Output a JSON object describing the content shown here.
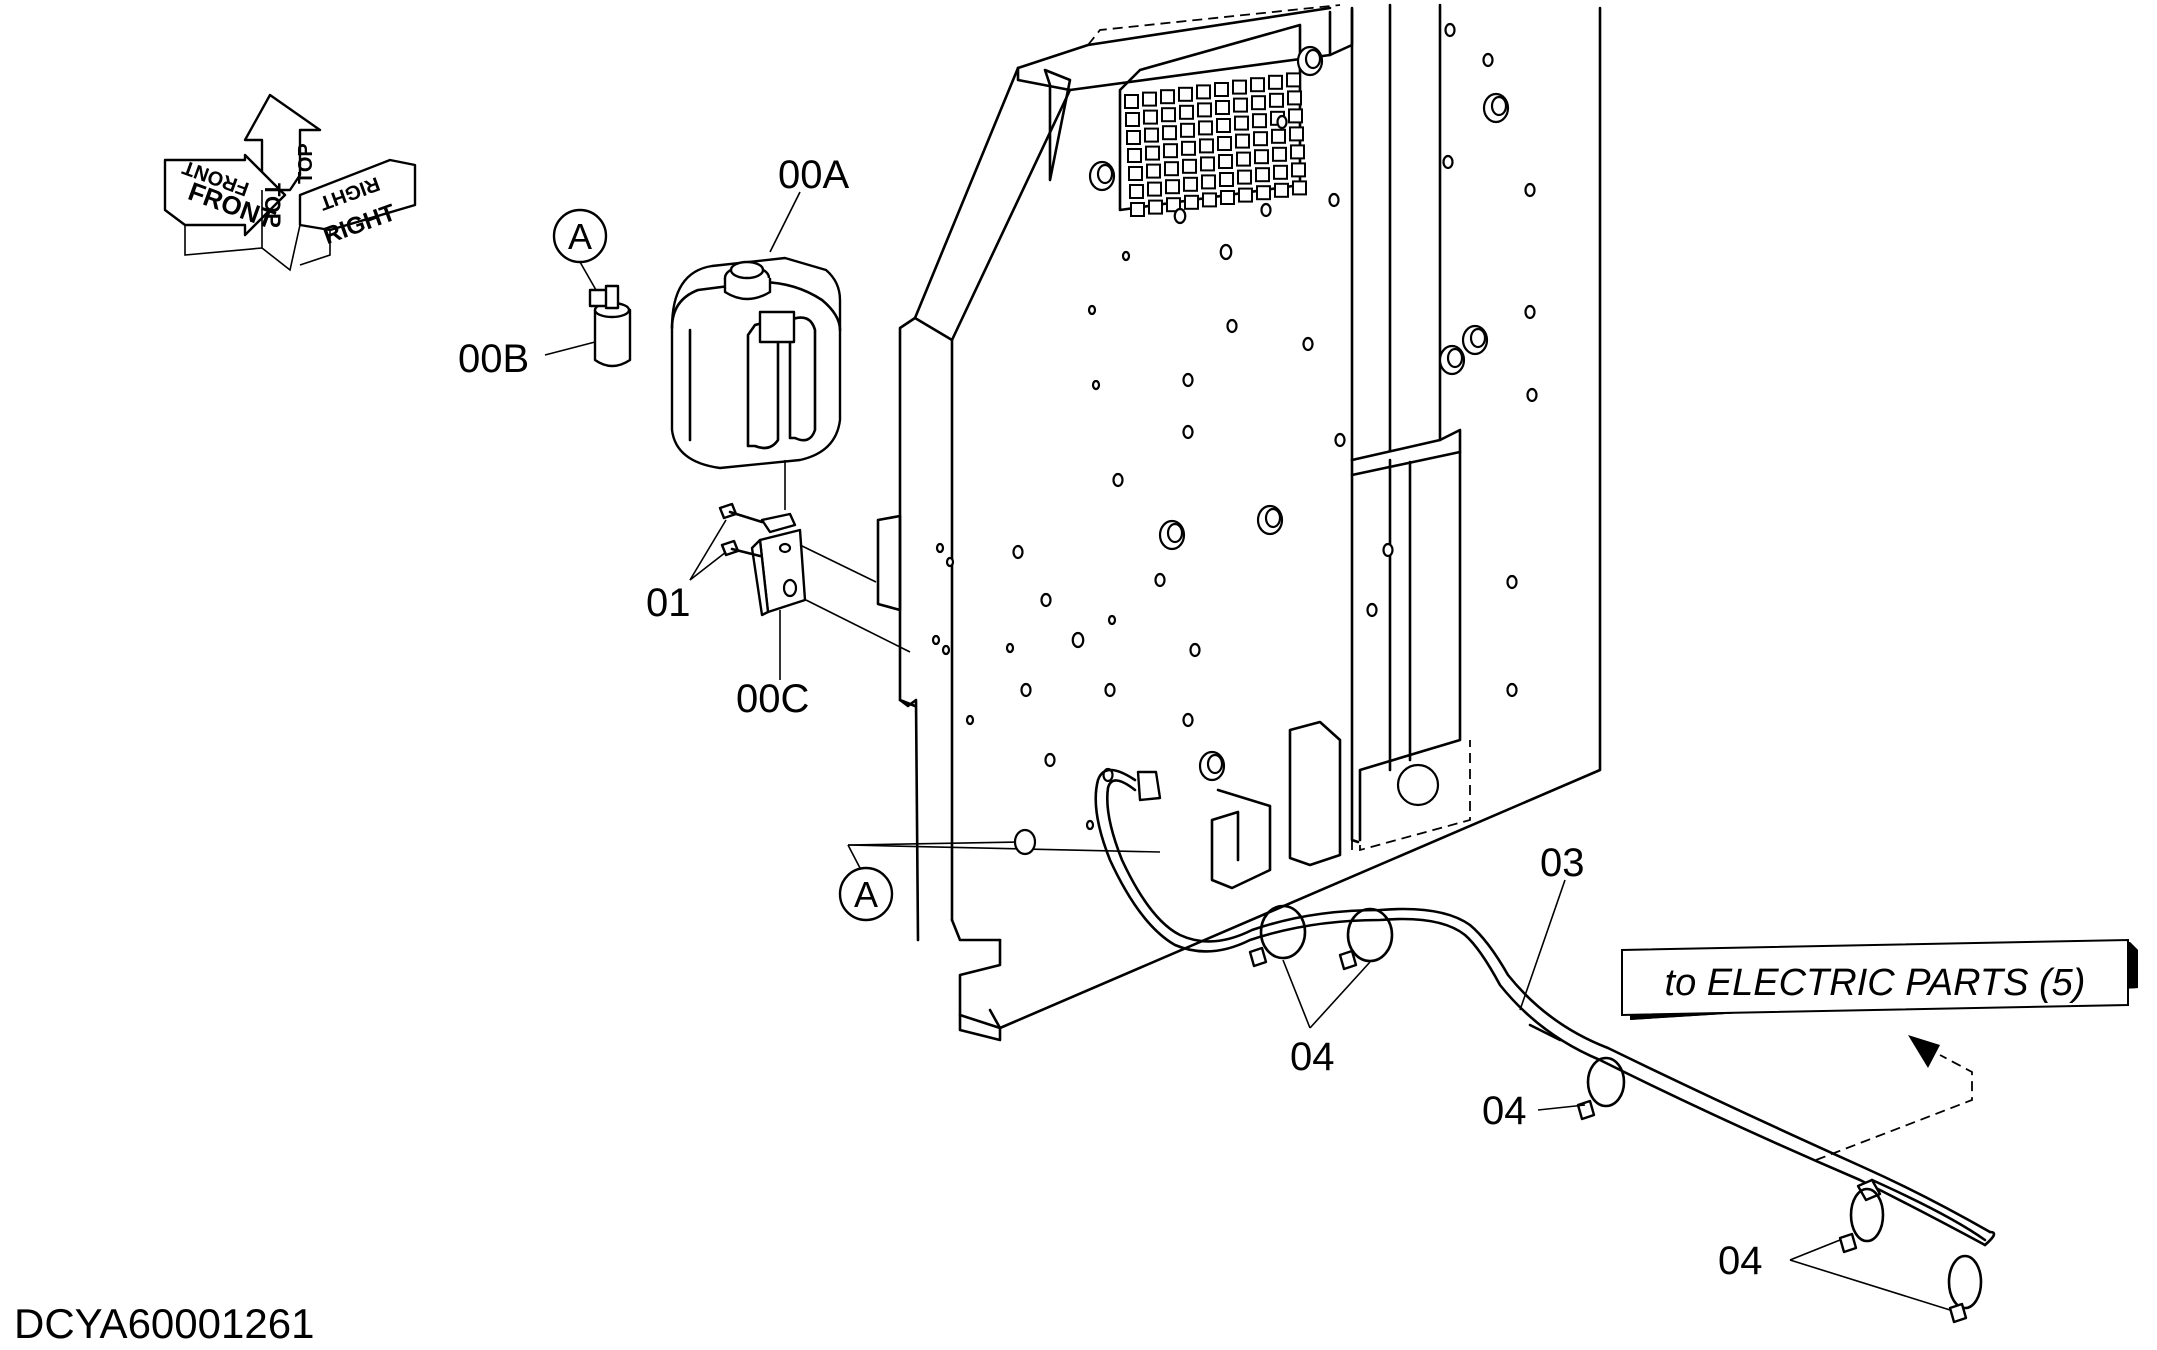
{
  "orientation": {
    "front": "FRONT",
    "top": "TOP",
    "right": "RIGHT"
  },
  "labels": {
    "tank": "00A",
    "cap": "00B",
    "bracket": "00C",
    "screws": "01",
    "harness": "03",
    "clamp_mid": "04",
    "clamp_lower": "04",
    "clamp_end": "04",
    "ref_top": "A",
    "ref_bottom": "A"
  },
  "reference_box": {
    "text": "to ELECTRIC PARTS (5)"
  },
  "drawing_id": "DCYA60001261"
}
